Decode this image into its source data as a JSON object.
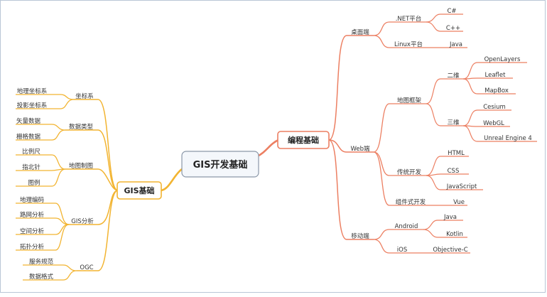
{
  "root": {
    "label": "GIS开发基础"
  },
  "colors": {
    "left": "#f2b431",
    "right": "#ec7f62",
    "root_border": "#8a97a8"
  },
  "left": {
    "label": "GIS基础",
    "groups": [
      {
        "label": "坐标系",
        "items": [
          "地理坐标系",
          "投影坐标系"
        ]
      },
      {
        "label": "数据类型",
        "items": [
          "矢量数据",
          "栅格数据"
        ]
      },
      {
        "label": "地图制图",
        "items": [
          "比例尺",
          "指北针",
          "图例"
        ]
      },
      {
        "label": "GIS分析",
        "items": [
          "地理编码",
          "路网分析",
          "空间分析",
          "拓扑分析"
        ]
      },
      {
        "label": "OGC",
        "items": [
          "服务规范",
          "数据格式"
        ]
      }
    ]
  },
  "right": {
    "label": "编程基础",
    "groups": [
      {
        "label": "桌面端",
        "subs": [
          {
            "label": ".NET平台",
            "items": [
              "C#",
              "C++"
            ]
          },
          {
            "label": "Linux平台",
            "items": [
              "Java"
            ]
          }
        ]
      },
      {
        "label": "Web端",
        "subs": [
          {
            "label": "地图框架",
            "subs": [
              {
                "label": "二维",
                "items": [
                  "OpenLayers",
                  "Leaflet",
                  "MapBox"
                ]
              },
              {
                "label": "三维",
                "items": [
                  "Cesium",
                  "WebGL",
                  "Unreal Engine 4"
                ]
              }
            ]
          },
          {
            "label": "传统开发",
            "items": [
              "HTML",
              "CSS",
              "JavaScript"
            ]
          },
          {
            "label": "组件式开发",
            "items": [
              "Vue"
            ]
          }
        ]
      },
      {
        "label": "移动端",
        "subs": [
          {
            "label": "Android",
            "items": [
              "Java",
              "Kotlin"
            ]
          },
          {
            "label": "iOS",
            "items": [
              "Objective-C"
            ]
          }
        ]
      }
    ]
  }
}
